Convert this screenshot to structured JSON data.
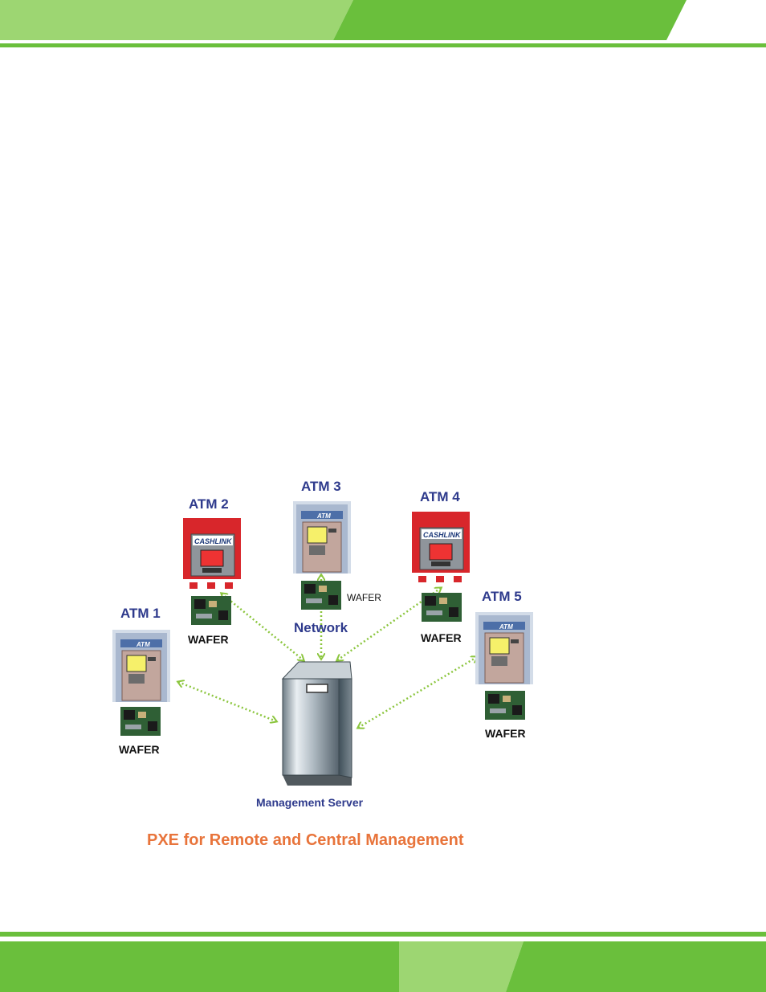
{
  "colors": {
    "header_light": "#9dd672",
    "header_dark": "#6abf3c",
    "rule": "#6abf3c",
    "label_blue": "#2e3a8c",
    "caption_orange": "#e8743b",
    "arrow_green": "#8cc63f"
  },
  "diagram": {
    "atm_labels": [
      "ATM 1",
      "ATM 2",
      "ATM 3",
      "ATM 4",
      "ATM 5"
    ],
    "wafer_label": "WAFER",
    "network_label": "Network",
    "server_label": "Management Server",
    "caption": "PXE for Remote and Central Management",
    "atm_brand_text": "ATM",
    "cashlink_text": "CASHLINK"
  }
}
